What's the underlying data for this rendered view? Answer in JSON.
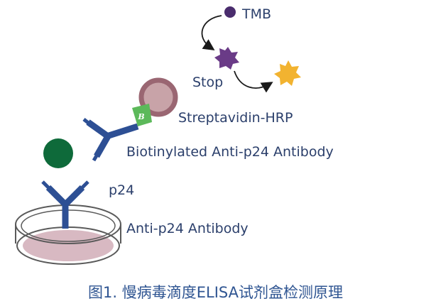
{
  "labels": {
    "tmb": "TMB",
    "stop": "Stop",
    "streptavidin_hrp": "Streptavidin-HRP",
    "biotinylated_antibody": "Biotinylated Anti-p24 Antibody",
    "p24": "p24",
    "capture_antibody": "Anti-p24 Antibody",
    "biotin_mark": "B"
  },
  "caption": "图1. 慢病毒滴度ELISA试剂盒检测原理",
  "colors": {
    "antibody": "#2d4f94",
    "antigen": "#0e6a3a",
    "hrp_fill": "#c8a3a8",
    "hrp_rim": "#9a6672",
    "biotin": "#5cb95a",
    "tmb": "#4a2c6d",
    "substrate_product": "#6a3b87",
    "stopped_product": "#f2b330",
    "well": "#d8b9c2",
    "text": "#2b3f6b",
    "caption": "#2f5592"
  }
}
